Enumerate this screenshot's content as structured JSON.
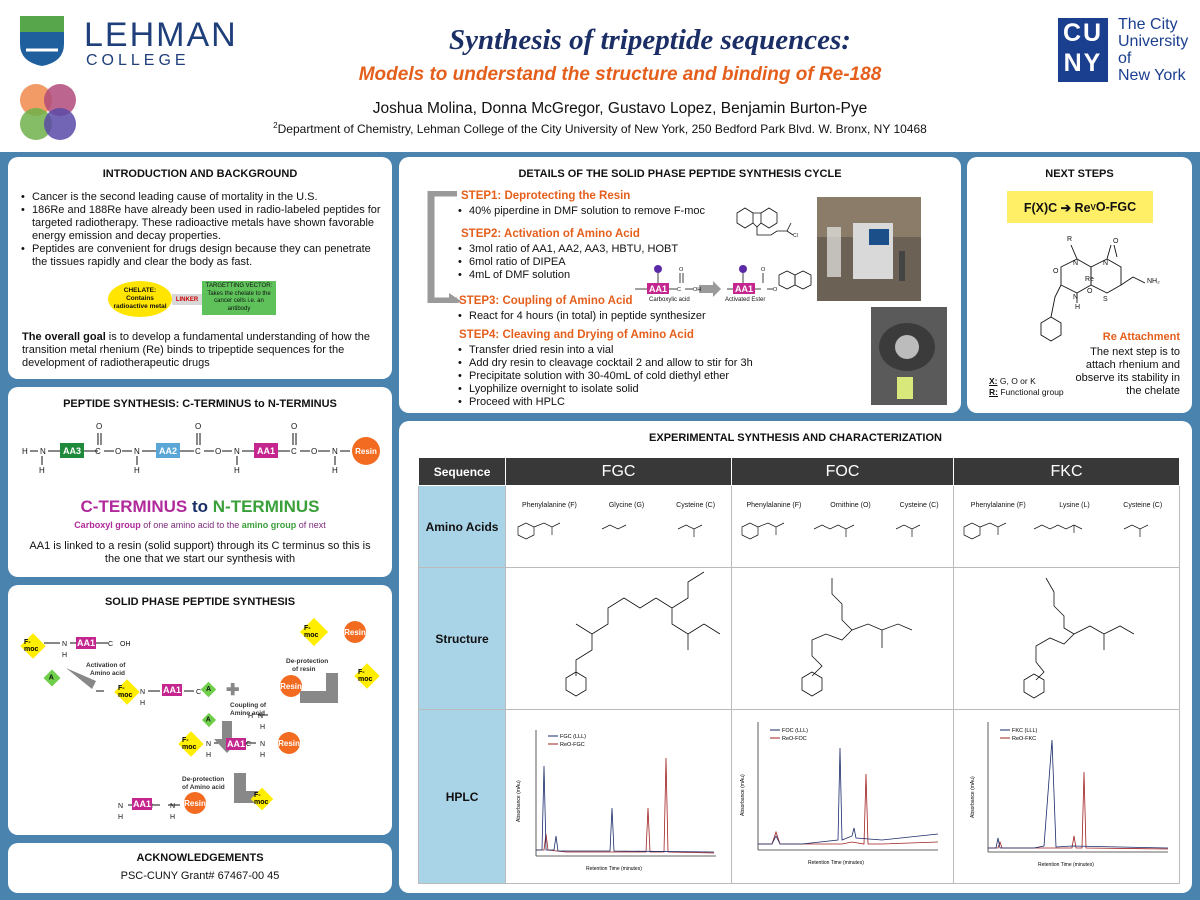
{
  "header": {
    "lehman": "LEHMAN",
    "college": "COLLEGE",
    "title": "Synthesis of tripeptide sequences:",
    "subtitle": "Models to understand the structure and binding of Re-188",
    "authors": "Joshua Molina, Donna McGregor, Gustavo Lopez, Benjamin Burton-Pye",
    "affil_sup": "2",
    "affiliation": "Department of Chemistry, Lehman College of the City University of New York, 250 Bedford Park Blvd. W. Bronx, NY 10468",
    "cuny_line1": "CU",
    "cuny_line2": "NY",
    "cuny_name": [
      "The City",
      "University",
      "of",
      "New York"
    ]
  },
  "intro": {
    "title": "INTRODUCTION AND BACKGROUND",
    "bullets": [
      "Cancer is the second leading cause of mortality in the U.S.",
      "186Re and 188Re have already been used in radio-labeled peptides for targeted radiotherapy. These radioactive metals have shown favorable energy emission and decay properties.",
      "Peptides are convenient for drugs design because they can penetrate the tissues rapidly and clear the body as fast."
    ],
    "chelate": "CHELATE: Contains radioactive metal",
    "linker": "LINKER",
    "vector": "TARGETTING VECTOR: Takes the chelate to the cancer cells i.e. an antibody",
    "goal_bold": "The overall goal",
    "goal_rest": " is to develop a fundamental understanding of how the transition metal rhenium (Re) binds to tripeptide sequences for the development of radiotherapeutic drugs"
  },
  "peptide": {
    "title": "PEPTIDE SYNTHESIS: C-TERMINUS to N-TERMINUS",
    "aa3": "AA3",
    "aa2": "AA2",
    "aa1": "AA1",
    "resin": "Resin",
    "big_c": "C-TERMINUS",
    "big_to": " to ",
    "big_n": "N-TERMINUS",
    "carboxyl": "Carboxyl group",
    "of_one": " of one amino acid to the ",
    "amino": "amino group",
    "of_next": " of next",
    "note": "AA1 is linked to a resin (solid support) through its C terminus so this is the one that we start our synthesis with"
  },
  "spps": {
    "title": "SOLID PHASE PEPTIDE SYNTHESIS",
    "fmoc": "F-moc",
    "aa1": "AA1",
    "resin": "Resin",
    "a": "A",
    "activation": "Activation of Amino acid",
    "deprot_resin": "De-protection of resin",
    "coupling": "Coupling of Amino acid",
    "deprot_aa": "De-protection of Amino acid",
    "oh": "OH"
  },
  "ack": {
    "title": "ACKNOWLEDGEMENTS",
    "text": "PSC-CUNY  Grant# 67467-00 45"
  },
  "cycle": {
    "title": "DETAILS OF THE SOLID PHASE PEPTIDE SYNTHESIS CYCLE",
    "step1": "STEP1: Deprotecting the Resin",
    "step1_items": [
      "40% piperdine in DMF solution to remove F-moc"
    ],
    "step2": "STEP2: Activation of Amino Acid",
    "step2_items": [
      "3mol ratio of AA1, AA2, AA3, HBTU, HOBT",
      "6mol ratio of DIPEA",
      "4mL of DMF solution"
    ],
    "carboxylic": "Carboxylic acid",
    "ester": "Activated Ester",
    "step3": "STEP3: Coupling of Amino Acid",
    "step3_items": [
      "React for 4 hours (in total) in peptide synthesizer"
    ],
    "step4": "STEP4: Cleaving and Drying of Amino Acid",
    "step4_items": [
      "Transfer dried resin into a vial",
      "Add dry resin to cleavage cocktail 2 and allow to stir for 3h",
      "Precipitate solution with 30-40mL of cold diethyl ether",
      "Lyophilize overnight to isolate solid",
      "Proceed with HPLC"
    ]
  },
  "next": {
    "title": "NEXT STEPS",
    "formula": "F(X)C ➔ Re",
    "formula_sup": "V",
    "formula_end": "O-FGC",
    "attach": "Re Attachment",
    "text": "The next step is to attach rhenium and observe its stability in the chelate",
    "x_label": "X:",
    "x_val": " G, O or K",
    "r_label": "R:",
    "r_val": " Functional group",
    "chem_r": "R",
    "chem_re": "Re",
    "chem_n": "N",
    "chem_s": "S",
    "chem_nh2": "NH₂",
    "chem_o": "O",
    "chem_h": "H"
  },
  "exp": {
    "title": "EXPERIMENTAL SYNTHESIS AND CHARACTERIZATION",
    "col_seq": "Sequence",
    "cols": [
      "FGC",
      "FOC",
      "FKC"
    ],
    "rows": [
      "Amino Acids",
      "Structure",
      "HPLC"
    ],
    "aa_names": [
      [
        "Phenylalanine (F)",
        "Glycine (G)",
        "Cysteine (C)"
      ],
      [
        "Phenylalanine (F)",
        "Ornithine (O)",
        "Cysteine (C)"
      ],
      [
        "Phenylalanine (F)",
        "Lysine (L)",
        "Cysteine (C)"
      ]
    ],
    "hplc_legend": [
      [
        "FGC (LLL)",
        "ReO-FGC"
      ],
      [
        "FOC (LLL)",
        "ReO-FOC"
      ],
      [
        "FKC (LLL)",
        "ReO-FKC"
      ]
    ],
    "hplc_xlabel": "Retention Time (minutes)",
    "hplc_ylabel": "Absorbance (mAu)"
  },
  "colors": {
    "accent_orange": "#e55f1c",
    "navy": "#1b2f66",
    "background": "#4a83ad",
    "aa1": "#c4258f",
    "aa3": "#1f8a3b",
    "aa2": "#5aa6d6",
    "resin": "#f26b21",
    "fmoc": "#ffee00"
  }
}
